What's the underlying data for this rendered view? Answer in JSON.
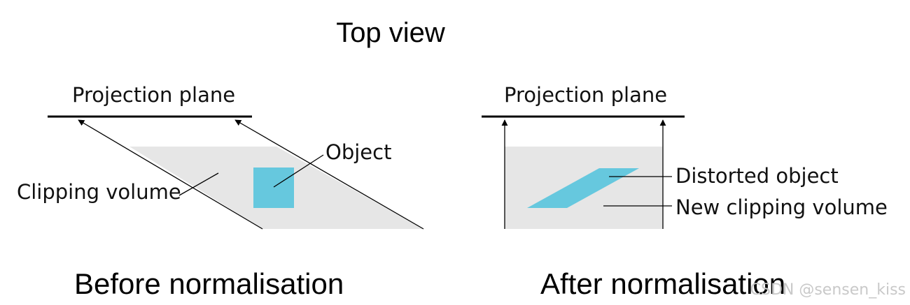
{
  "title": "Top view",
  "left_panel": {
    "projection_label": "Projection plane",
    "object_label": "Object",
    "clipping_label": "Clipping volume",
    "caption": "Before normalisation"
  },
  "right_panel": {
    "projection_label": "Projection plane",
    "object_label": "Distorted object",
    "clipping_label": "New clipping volume",
    "caption": "After normalisation"
  },
  "watermark": "CSDN @sensen_kiss",
  "colors": {
    "volume_fill": "#e6e6e6",
    "object_fill": "#66c8de",
    "line": "#000000"
  }
}
